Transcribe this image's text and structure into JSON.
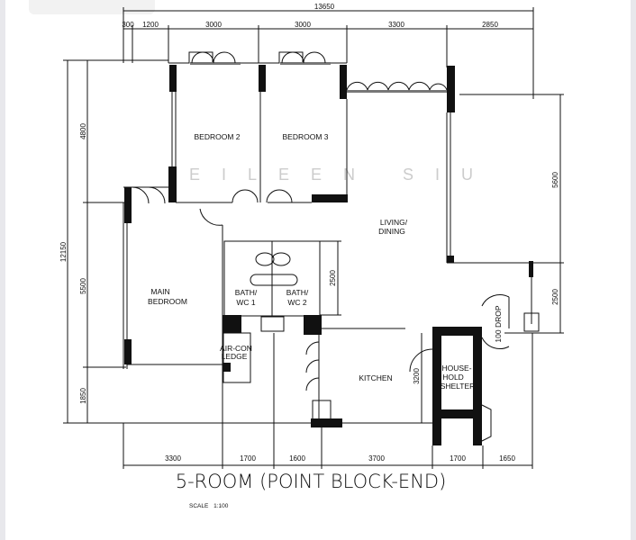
{
  "plan": {
    "title": "5-ROOM (POINT BLOCK-END)",
    "scale_label": "SCALE",
    "scale_value": "1:100",
    "watermark": "EILEEN SIU",
    "overall_width": "13650",
    "overall_depth": "12150",
    "top_dims": [
      "300",
      "1200",
      "3000",
      "3000",
      "3300",
      "2850"
    ],
    "bottom_dims": [
      "3300",
      "1700",
      "1600",
      "3700",
      "1700",
      "1650"
    ],
    "left_dims": [
      "4800",
      "5500",
      "1850"
    ],
    "right_dims": [
      "5600",
      "2500"
    ],
    "inner_dims": [
      "2500",
      "3200"
    ],
    "rooms": {
      "bedroom2": "BEDROOM 2",
      "bedroom3": "BEDROOM 3",
      "living1": "LIVING/",
      "living2": "DINING",
      "main1": "MAIN",
      "main2": "BEDROOM",
      "bath1a": "BATH/",
      "bath1b": "WC  1",
      "bath2a": "BATH/",
      "bath2b": "WC  2",
      "aircon1": "AIR-CON",
      "aircon2": "LEDGE",
      "kitchen": "KITCHEN",
      "shelter1": "HOUSE-",
      "shelter2": "HOLD",
      "shelter3": "SHELTER",
      "drop1": "100",
      "drop2": "DROP"
    }
  }
}
